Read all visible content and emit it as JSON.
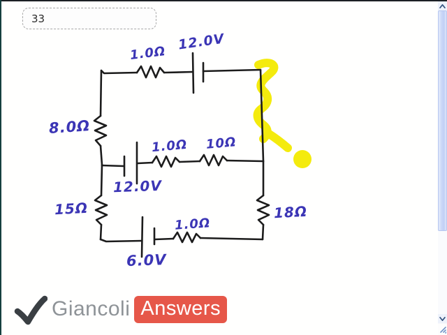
{
  "window": {
    "question_number": "33"
  },
  "circuit": {
    "ink_color": "#3b35b5",
    "wire_color": "#1c1c1c",
    "highlight_color": "#f4eb0d",
    "labels": [
      {
        "name": "top-resistor",
        "text": "1.0Ω"
      },
      {
        "name": "top-battery",
        "text": "12.0V"
      },
      {
        "name": "left-resistor",
        "text": "8.0Ω"
      },
      {
        "name": "middle-resistor-1",
        "text": "1.0Ω"
      },
      {
        "name": "middle-resistor-2",
        "text": "10Ω"
      },
      {
        "name": "middle-battery",
        "text": "12.0V"
      },
      {
        "name": "lower-left-resistor",
        "text": "15Ω"
      },
      {
        "name": "lower-right-resistor",
        "text": "18Ω"
      },
      {
        "name": "bottom-resistor",
        "text": "1.0Ω"
      },
      {
        "name": "bottom-battery",
        "text": "6.0V"
      }
    ]
  },
  "logo": {
    "name": "Giancoli",
    "badge": "Answers",
    "name_color": "#8e9397",
    "badge_bg": "#e65749",
    "badge_text_color": "#ffffff",
    "checkmark_color": "#3a3f43"
  },
  "scrollbar": {
    "up_icon": "chevron-up",
    "down_icon": "chevron-down",
    "thumb_color": "#c8d5f7"
  }
}
